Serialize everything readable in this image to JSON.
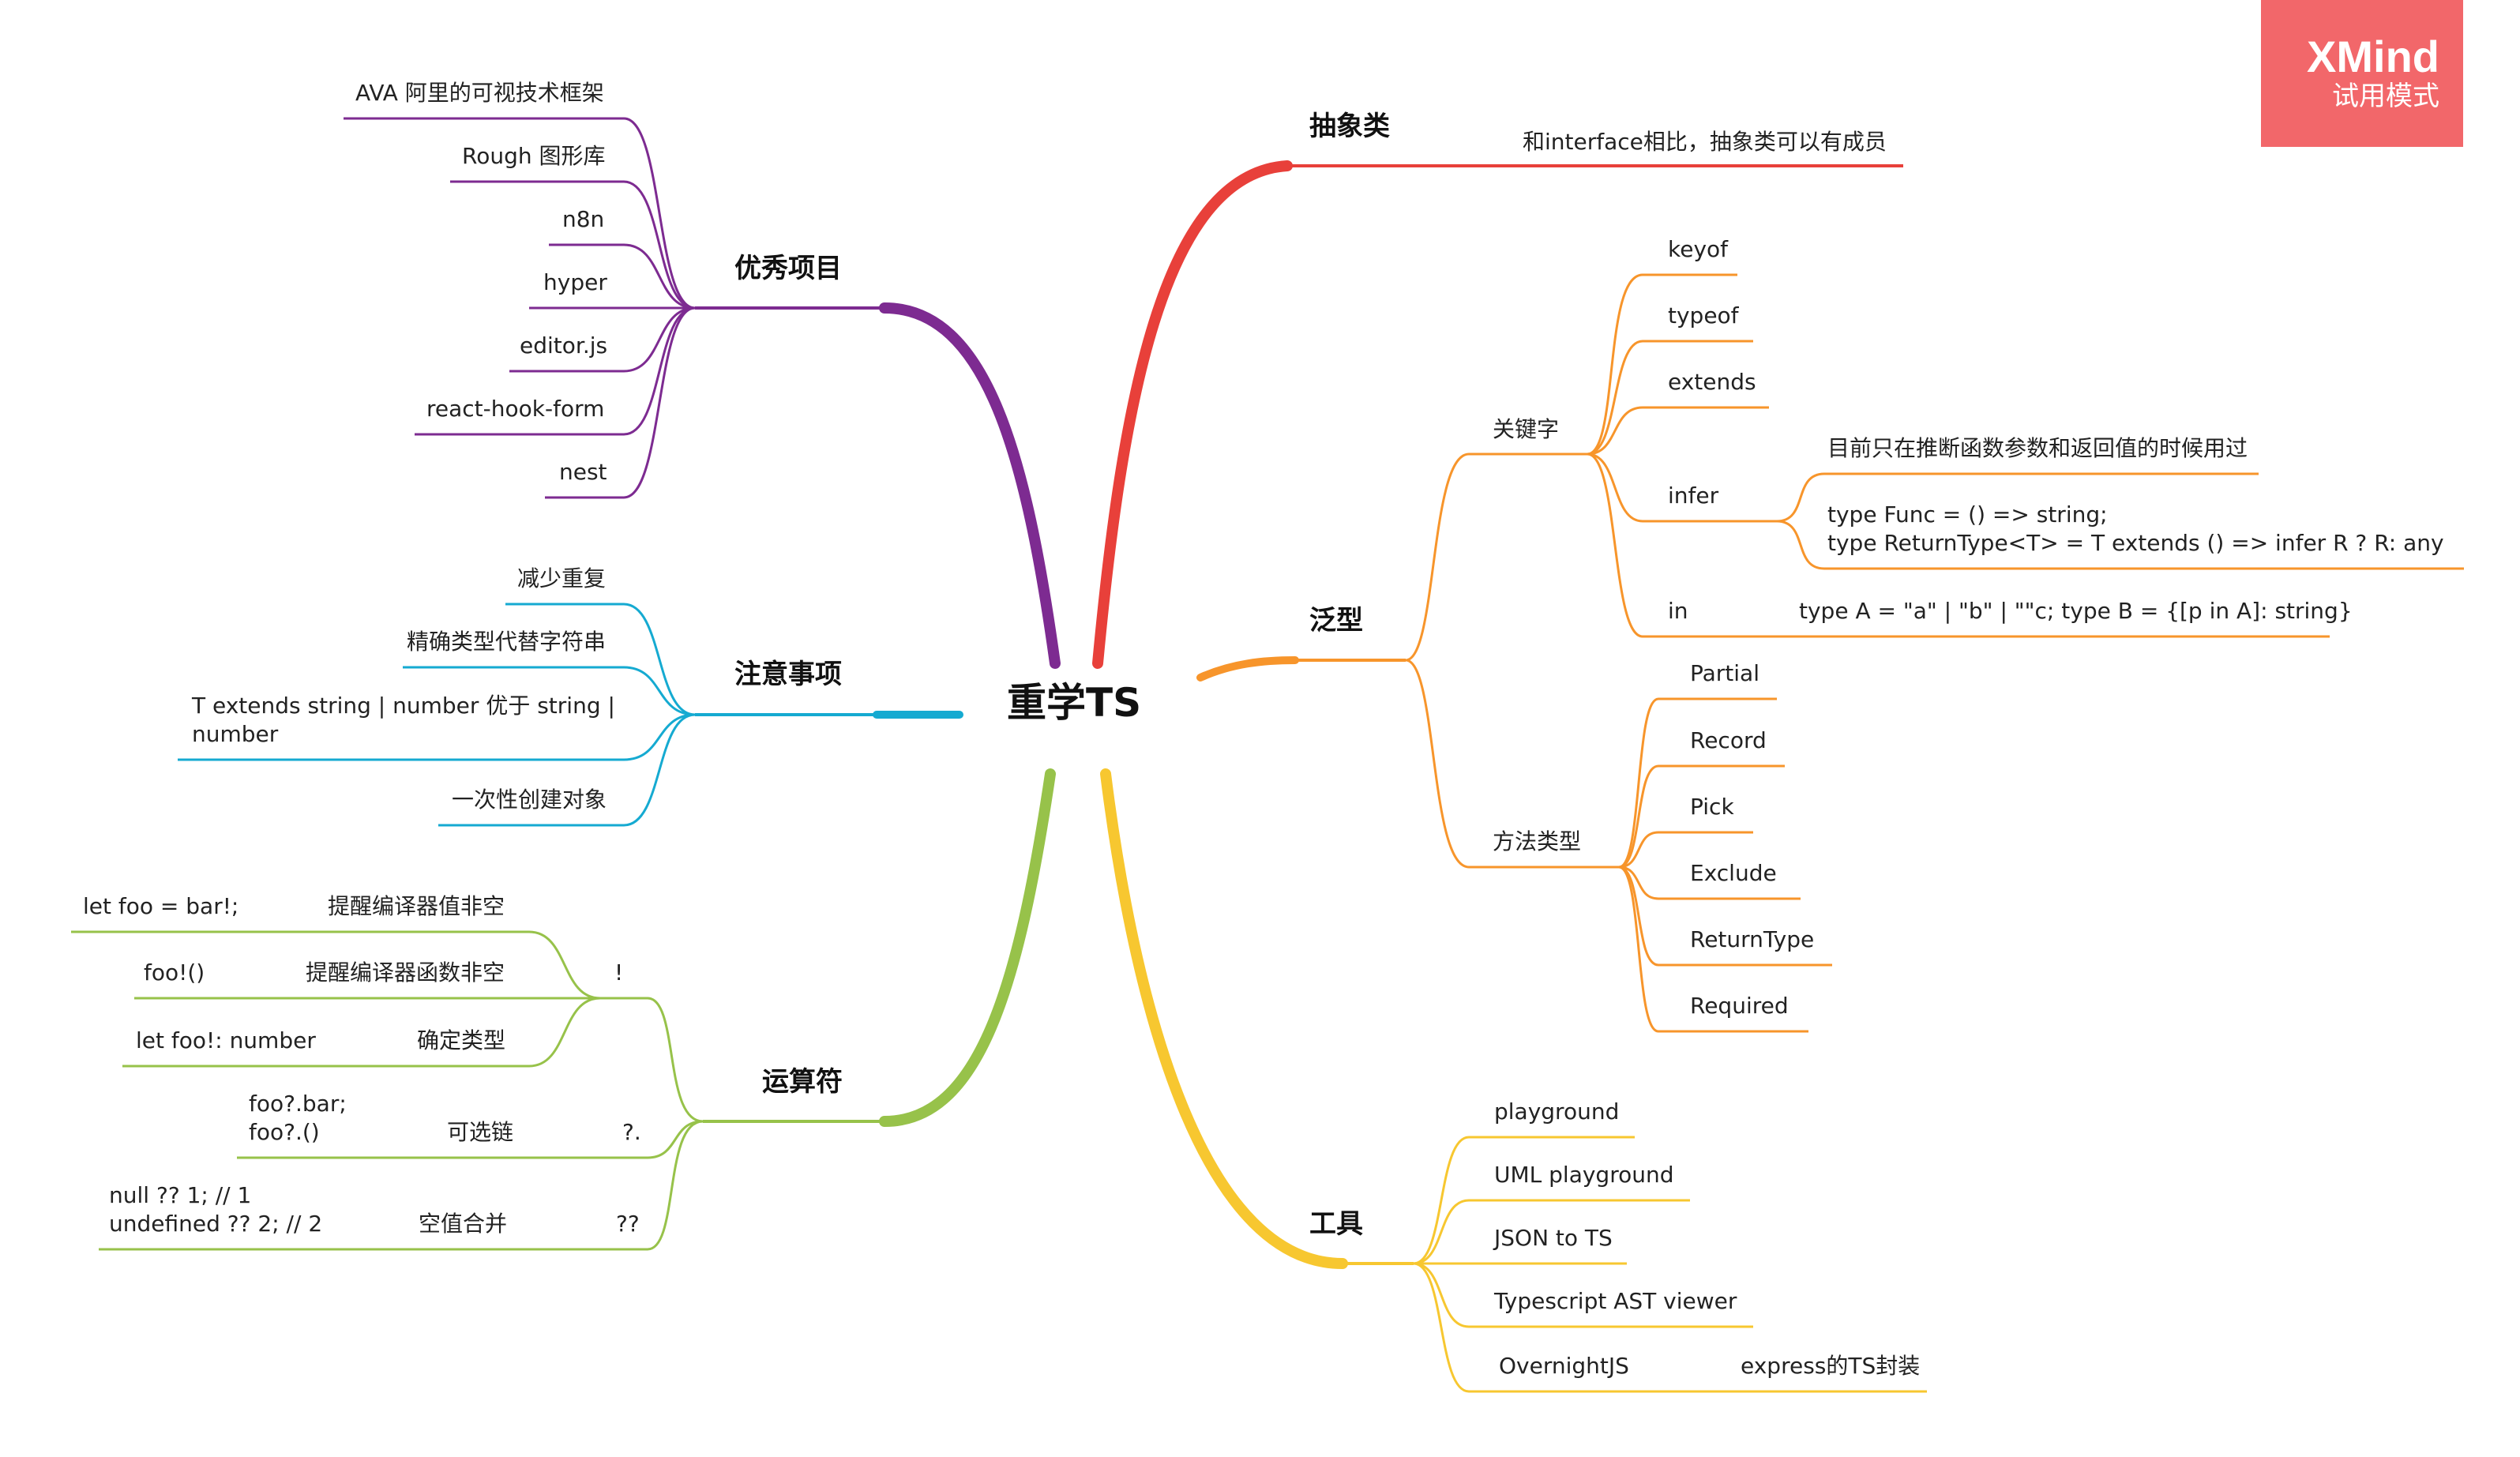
{
  "root": "重学TS",
  "badge": {
    "brand": "XMind",
    "mode": "试用模式"
  },
  "colors": {
    "red": "#e8403a",
    "orange": "#f7952b",
    "yellow": "#f7c730",
    "green": "#97c24a",
    "cyan": "#15aad1",
    "purple": "#7d2b91"
  },
  "right": {
    "abstract": {
      "label": "抽象类",
      "items": [
        "和interface相比，抽象类可以有成员"
      ]
    },
    "generics": {
      "label": "泛型",
      "keywords": {
        "label": "关键字",
        "items": [
          "keyof",
          "typeof",
          "extends",
          "infer",
          "in"
        ],
        "infer_children": [
          "目前只在推断函数参数和返回值的时候用过",
          "type Func = () => string;\ntype ReturnType<T> = T extends () => infer R ? R: any"
        ],
        "in_child": "type A = \"a\" | \"b\" | \"\"c;  type B = {[p in A]:  string}"
      },
      "methods": {
        "label": "方法类型",
        "items": [
          "Partial",
          "Record",
          "Pick",
          "Exclude",
          "ReturnType",
          "Required"
        ]
      }
    },
    "tools": {
      "label": "工具",
      "items": [
        "playground",
        "UML playground",
        "JSON to TS",
        "Typescript AST viewer",
        "OvernightJS"
      ],
      "overnight_child": "express的TS封装"
    }
  },
  "left": {
    "projects": {
      "label": "优秀项目",
      "items": [
        "AVA 阿里的可视技术框架",
        "Rough 图形库",
        "n8n",
        "hyper",
        "editor.js",
        "react-hook-form",
        "nest"
      ]
    },
    "notes": {
      "label": "注意事项",
      "items": [
        "减少重复",
        "精确类型代替字符串",
        "T extends string | number 优于 string |\nnumber",
        "一次性创建对象"
      ]
    },
    "operators": {
      "label": "运算符",
      "bang": {
        "label": "!",
        "items": [
          {
            "label": "提醒编译器值非空",
            "child": "let foo = bar!;"
          },
          {
            "label": "提醒编译器函数非空",
            "child": "foo!()"
          },
          {
            "label": "确定类型",
            "child": "let foo!: number"
          }
        ]
      },
      "optional": {
        "label": "?.",
        "item": "可选链",
        "child": "foo?.bar;\nfoo?.()"
      },
      "nullish": {
        "label": "??",
        "item": "空值合并",
        "child": "null ?? 1; // 1\nundefined ?? 2; // 2"
      }
    }
  }
}
